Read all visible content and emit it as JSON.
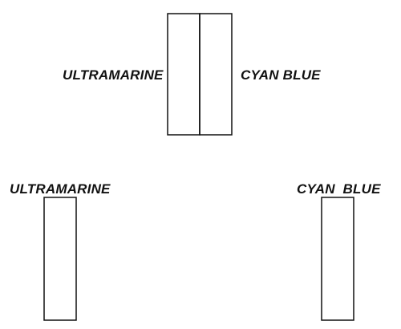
{
  "top_figure": {
    "left_label": "ULTRAMARINE",
    "right_label": "CYAN BLUE"
  },
  "bottom_figure": {
    "left_label": "ULTRAMARINE",
    "right_label": "CYAN  BLUE"
  },
  "colors": {
    "ink": "#111111",
    "background": "#ffffff"
  }
}
